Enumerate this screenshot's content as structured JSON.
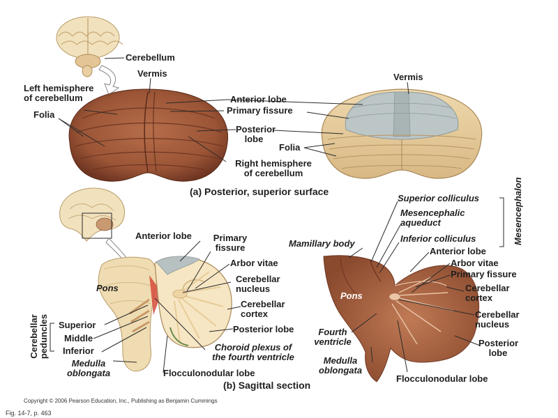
{
  "panel_a": {
    "caption": "(a)  Posterior, superior surface",
    "labels": {
      "cerebellum": "Cerebellum",
      "vermis_left": "Vermis",
      "vermis_right": "Vermis",
      "left_hemisphere": "Left hemisphere\nof cerebellum",
      "folia_left": "Folia",
      "anterior_lobe": "Anterior lobe",
      "primary_fissure": "Primary fissure",
      "posterior_lobe": "Posterior\nlobe",
      "folia_right": "Folia",
      "right_hemisphere": "Right hemisphere\nof cerebellum"
    }
  },
  "panel_b": {
    "caption": "(b)  Sagittal section",
    "labels": {
      "anterior_lobe": "Anterior lobe",
      "primary_fissure": "Primary\nfissure",
      "arbor_vitae": "Arbor vitae",
      "cerebellar_nucleus": "Cerebellar\nnucleus",
      "cerebellar_cortex": "Cerebellar\ncortex",
      "pons": "Pons",
      "posterior_lobe": "Posterior lobe",
      "choroid_plexus": "Choroid plexus of\nthe fourth ventricle",
      "flocculonodular_lobe": "Flocculonodular lobe",
      "cerebellar_peduncles": "Cerebellar\npeduncles",
      "superior": "Superior",
      "middle": "Middle",
      "inferior": "Inferior",
      "medulla_oblongata": "Medulla\noblongata"
    }
  },
  "panel_c": {
    "labels": {
      "superior_colliculus": "Superior colliculus",
      "mesencephalic_aqueduct": "Mesencephalic\naqueduct",
      "inferior_colliculus": "Inferior colliculus",
      "mesencephalon": "Mesencephalon",
      "mamillary_body": "Mamillary body",
      "anterior_lobe": "Anterior lobe",
      "arbor_vitae": "Arbor vitae",
      "primary_fissure": "Primary fissure",
      "pons": "Pons",
      "cerebellar_cortex": "Cerebellar\ncortex",
      "cerebellar_nucleus": "Cerebellar\nnucleus",
      "fourth_ventricle": "Fourth\nventricle",
      "posterior_lobe": "Posterior\nlobe",
      "medulla_oblongata": "Medulla\noblongata",
      "flocculonodular_lobe": "Flocculonodular lobe"
    }
  },
  "footer": {
    "copyright": "Copyright © 2006 Pearson Education, Inc., Publishing as Benjamin Cummings",
    "figure_ref": "Fig. 14-7, p. 463"
  },
  "colors": {
    "photo_tissue": "#a8603f",
    "photo_dark": "#6e3522",
    "beige": "#e6cc9c",
    "beige_dark": "#c9a874",
    "vermis_gray": "#b9c3c4",
    "arbor_white": "#f7ecd3",
    "brain_tan": "#f0dfb6",
    "leader": "#2a2a2a"
  }
}
